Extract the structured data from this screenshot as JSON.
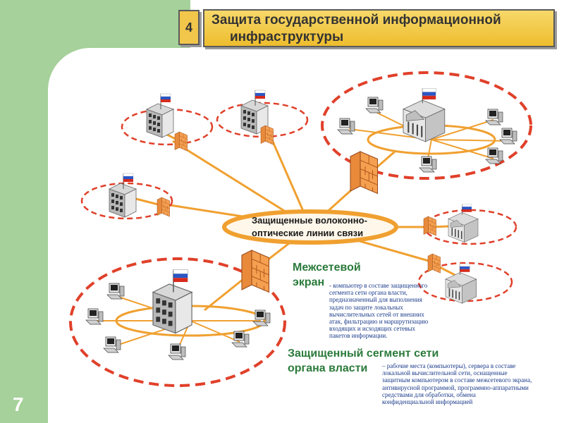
{
  "slide": {
    "number_box": "4",
    "title_line1": "Защита государственной информационной",
    "title_line2": "инфраструктуры",
    "page_number": "7"
  },
  "diagram": {
    "hub_label_line1": "Защищенные волоконно-",
    "hub_label_line2": "оптические линии связи",
    "firewall_label_line1": "Межсетевой",
    "firewall_label_line2": "экран",
    "firewall_note": [
      "- компьютер в составе защищенного",
      "сегмента сети органа власти,",
      "предназначенный для выполнения",
      "задач по защите локальных",
      "вычислительных сетей от внешних",
      "атак, фильтрацию и маршрутизацию",
      "входящих и исходящих сетевых",
      "пакетов информации."
    ],
    "segment_label_line1": "Защищенный сегмент сети",
    "segment_label_line2": "органа власти",
    "segment_note": [
      "– рабочие места (компьютеры), сервера в составе",
      "локальной вычислительной сети, оснащенные",
      "защитным компьютером в составе межсетевого экрана,",
      "антивирусной программой, программно-аппаратными",
      "средствами для обработки, обмена",
      "конфиденциальной информацией"
    ]
  },
  "colors": {
    "green_frame": "#a6d19a",
    "title_fill": "#f2c64a",
    "link_orange": "#f0a030",
    "segment_red": "#e0402a",
    "label_green": "#2a7a3a",
    "note_blue": "#1a3a8a"
  },
  "icons": {
    "building": "building-icon",
    "flag": "russian-flag-icon",
    "firewall": "brick-firewall-icon",
    "computer": "computer-icon"
  }
}
